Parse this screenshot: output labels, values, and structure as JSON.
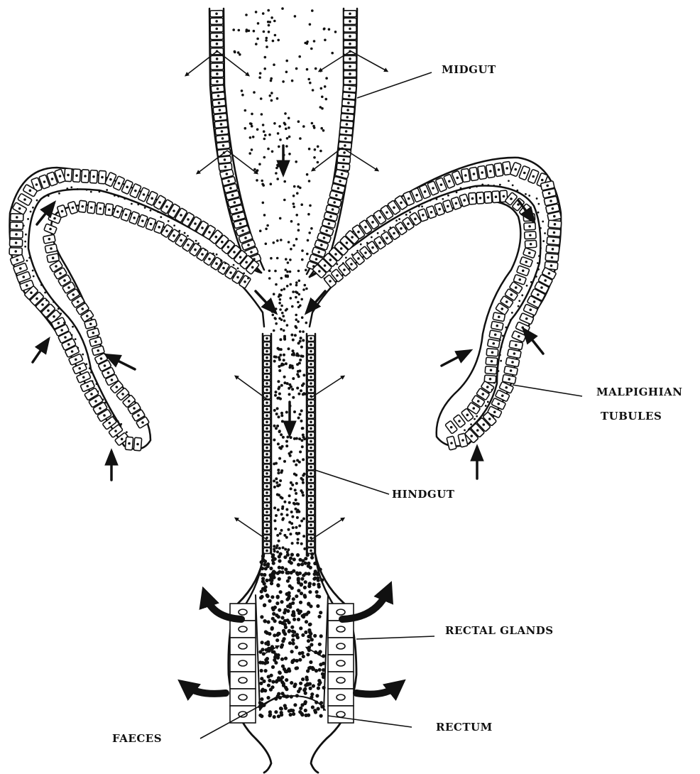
{
  "labels": {
    "midgut": "MIDGUT",
    "malpighian_line1": "MALPIGHIAN",
    "malpighian_line2": "TUBULES",
    "hindgut": "HINDGUT",
    "rectal_glands": "RECTAL GLANDS",
    "rectum": "RECTUM",
    "faeces": "FAECES"
  },
  "colors": {
    "ink": "#111111",
    "background": "#ffffff"
  }
}
